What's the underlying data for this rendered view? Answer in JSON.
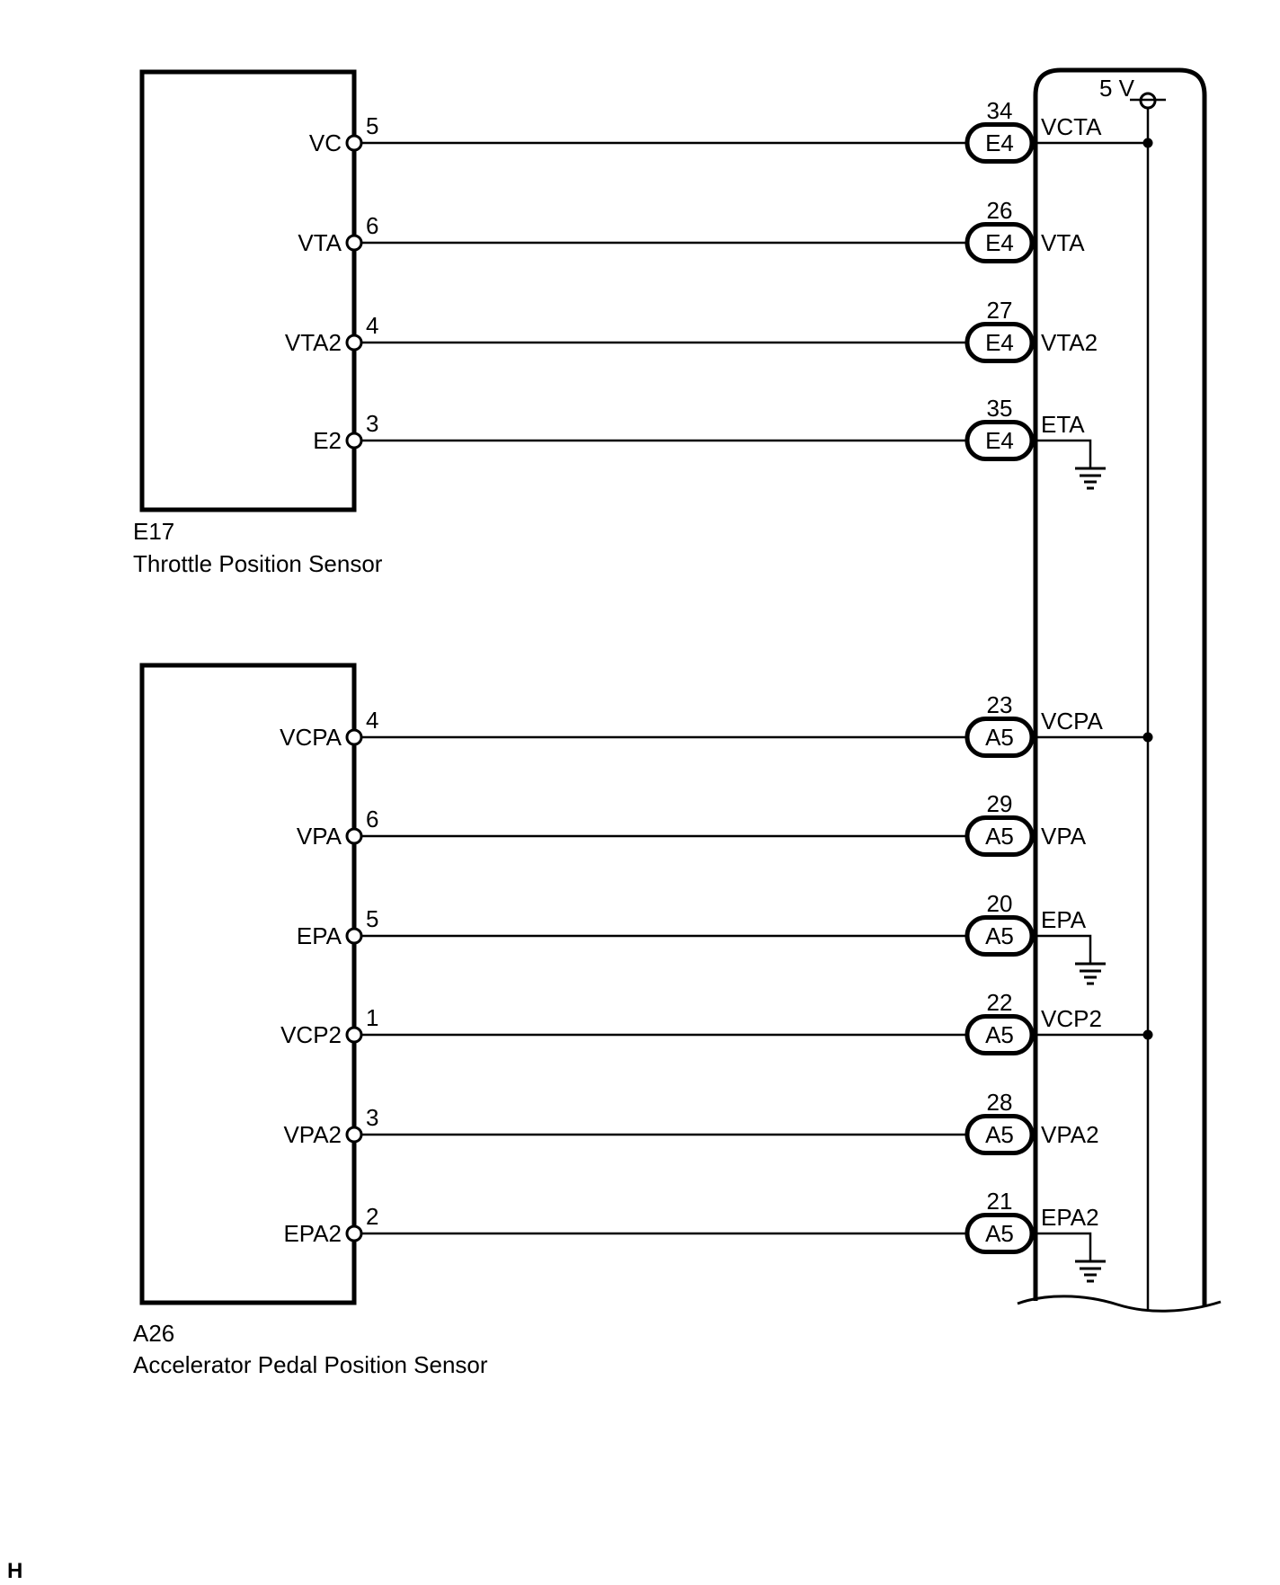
{
  "page": {
    "marker": "H",
    "background": "#ffffff",
    "line_color": "#000000"
  },
  "ecu": {
    "power_label": "5 V"
  },
  "sensors": [
    {
      "code": "E17",
      "name": "Throttle Position Sensor",
      "pins": [
        {
          "label": "VC",
          "pin": "5",
          "terminal": "34",
          "connector": "E4",
          "ecu_label": "VCTA",
          "connection": "5v-rail"
        },
        {
          "label": "VTA",
          "pin": "6",
          "terminal": "26",
          "connector": "E4",
          "ecu_label": "VTA",
          "connection": "none"
        },
        {
          "label": "VTA2",
          "pin": "4",
          "terminal": "27",
          "connector": "E4",
          "ecu_label": "VTA2",
          "connection": "none"
        },
        {
          "label": "E2",
          "pin": "3",
          "terminal": "35",
          "connector": "E4",
          "ecu_label": "ETA",
          "connection": "ground"
        }
      ]
    },
    {
      "code": "A26",
      "name": "Accelerator Pedal Position Sensor",
      "pins": [
        {
          "label": "VCPA",
          "pin": "4",
          "terminal": "23",
          "connector": "A5",
          "ecu_label": "VCPA",
          "connection": "5v-rail"
        },
        {
          "label": "VPA",
          "pin": "6",
          "terminal": "29",
          "connector": "A5",
          "ecu_label": "VPA",
          "connection": "none"
        },
        {
          "label": "EPA",
          "pin": "5",
          "terminal": "20",
          "connector": "A5",
          "ecu_label": "EPA",
          "connection": "ground"
        },
        {
          "label": "VCP2",
          "pin": "1",
          "terminal": "22",
          "connector": "A5",
          "ecu_label": "VCP2",
          "connection": "5v-rail"
        },
        {
          "label": "VPA2",
          "pin": "3",
          "terminal": "28",
          "connector": "A5",
          "ecu_label": "VPA2",
          "connection": "none"
        },
        {
          "label": "EPA2",
          "pin": "2",
          "terminal": "21",
          "connector": "A5",
          "ecu_label": "EPA2",
          "connection": "ground"
        }
      ]
    }
  ]
}
